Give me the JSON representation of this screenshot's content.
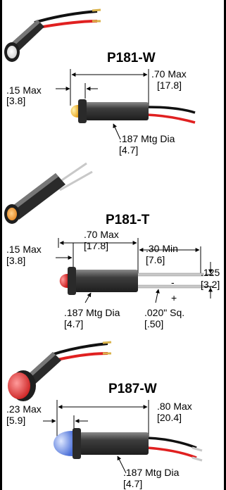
{
  "sections": [
    {
      "part_number": "P181-W",
      "dim_flange_max": ".15 Max",
      "dim_flange_max_mm": "[3.8]",
      "dim_length_max": ".70 Max",
      "dim_length_max_mm": "[17.8]",
      "dim_mtg_dia": ".187 Mtg Dia",
      "dim_mtg_dia_mm": "[4.7]",
      "lens_color": "#f7c53a"
    },
    {
      "part_number": "P181-T",
      "dim_flange_max": ".15 Max",
      "dim_flange_max_mm": "[3.8]",
      "dim_length_max": ".70 Max",
      "dim_length_max_mm": "[17.8]",
      "dim_lead_min": ".30 Min",
      "dim_lead_min_mm": "[7.6]",
      "dim_lead_spacing": ".125",
      "dim_lead_spacing_mm": "[3.2]",
      "dim_mtg_dia": ".187 Mtg Dia",
      "dim_mtg_dia_mm": "[4.7]",
      "dim_lead_sq": ".020\" Sq.",
      "dim_lead_sq_mm": "[.50]",
      "plus_sign": "+",
      "minus_sign": "-",
      "lens_color": "#e8373a"
    },
    {
      "part_number": "P187-W",
      "dim_flange_max": ".23 Max",
      "dim_flange_max_mm": "[5.9]",
      "dim_length_max": ".80 Max",
      "dim_length_max_mm": "[20.4]",
      "dim_mtg_dia": ".187 Mtg Dia",
      "dim_mtg_dia_mm": "[4.7]",
      "lens_color": "#6b8fe8"
    }
  ],
  "colors": {
    "body_dark": "#2a2a2a",
    "body_mid": "#6a6a6a",
    "wire_red": "#e02020",
    "wire_black": "#111111",
    "wire_tip": "#d9b24a",
    "lead_silver": "#c8c8c8"
  }
}
